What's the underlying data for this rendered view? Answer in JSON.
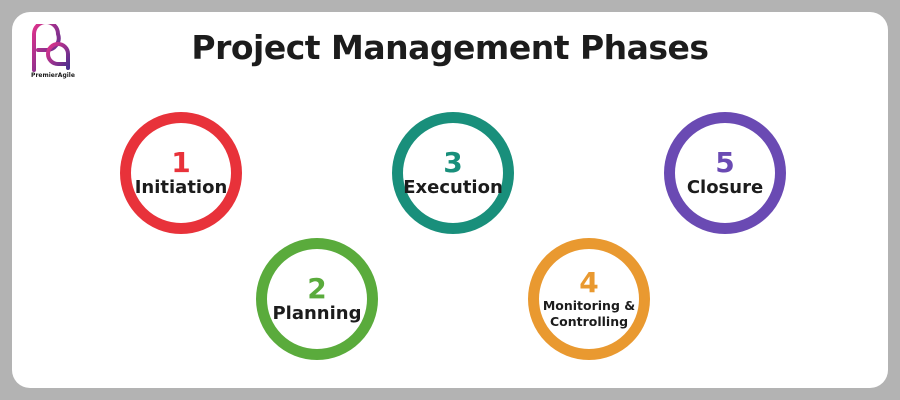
{
  "title": "Project Management Phases",
  "logo": {
    "icon": "premieragile-logo",
    "text": "PremierAgile"
  },
  "phases": [
    {
      "number": "1",
      "label": "Initiation",
      "color": "#e8323a"
    },
    {
      "number": "2",
      "label": "Planning",
      "color": "#5aab3c"
    },
    {
      "number": "3",
      "label": "Execution",
      "color": "#198f7b"
    },
    {
      "number": "4",
      "label": "Monitoring & Controlling",
      "color": "#e99930"
    },
    {
      "number": "5",
      "label": "Closure",
      "color": "#6a4ab3"
    }
  ]
}
